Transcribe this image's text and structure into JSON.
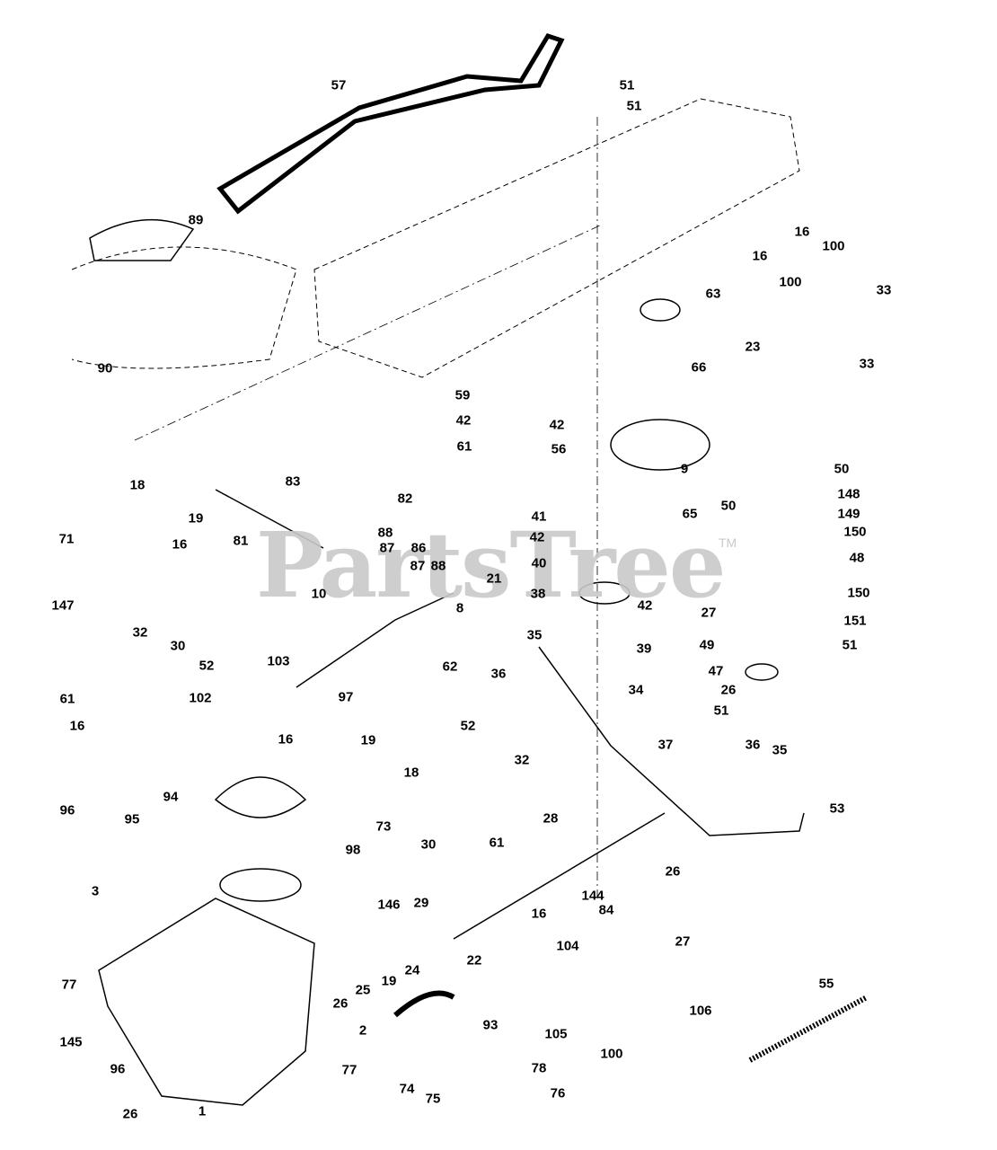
{
  "watermark": {
    "text": "PartsTree",
    "trademark": "TM"
  },
  "callouts": [
    "57",
    "51",
    "51",
    "89",
    "16",
    "100",
    "16",
    "100",
    "33",
    "63",
    "23",
    "33",
    "66",
    "90",
    "59",
    "42",
    "42",
    "61",
    "56",
    "9",
    "50",
    "18",
    "83",
    "82",
    "148",
    "50",
    "149",
    "65",
    "41",
    "19",
    "150",
    "71",
    "42",
    "16",
    "81",
    "88",
    "87",
    "86",
    "40",
    "87",
    "48",
    "88",
    "21",
    "27",
    "38",
    "150",
    "147",
    "8",
    "10",
    "42",
    "151",
    "35",
    "49",
    "51",
    "39",
    "47",
    "32",
    "30",
    "103",
    "52",
    "62",
    "36",
    "26",
    "34",
    "61",
    "97",
    "102",
    "51",
    "16",
    "16",
    "19",
    "52",
    "37",
    "36",
    "35",
    "32",
    "18",
    "94",
    "73",
    "30",
    "61",
    "96",
    "95",
    "28",
    "53",
    "98",
    "26",
    "3",
    "146",
    "29",
    "144",
    "16",
    "84",
    "27",
    "104",
    "22",
    "77",
    "25",
    "19",
    "24",
    "26",
    "55",
    "106",
    "93",
    "2",
    "105",
    "100",
    "145",
    "96",
    "77",
    "78",
    "1",
    "74",
    "76",
    "75",
    "26"
  ]
}
